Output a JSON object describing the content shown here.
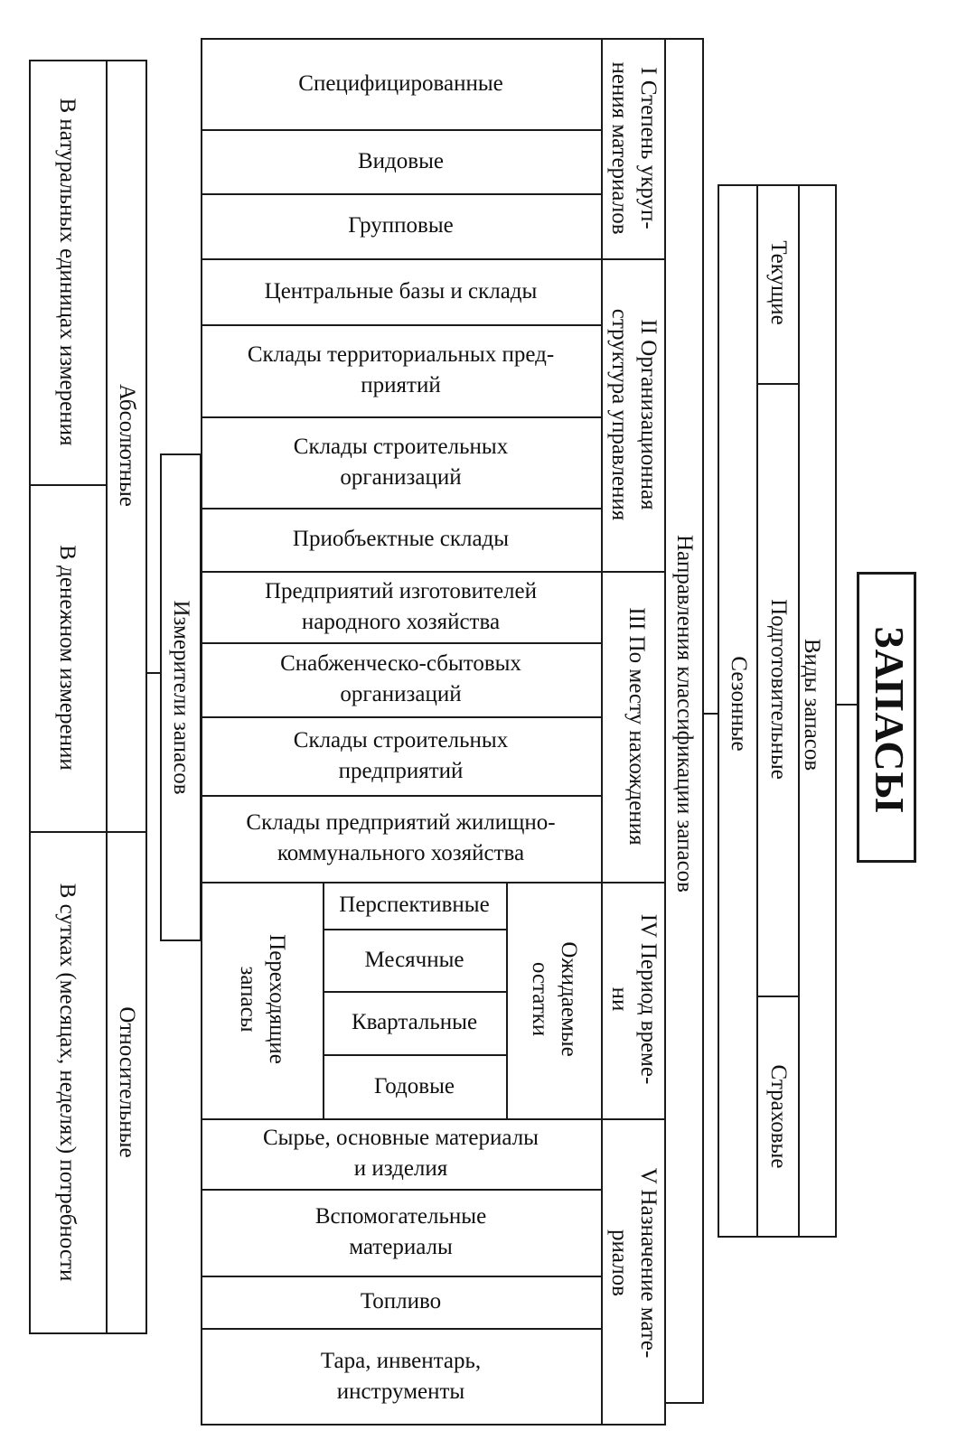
{
  "root": {
    "title": "ЗАПАСЫ"
  },
  "types": {
    "label": "Виды запасов",
    "items": [
      "Текущие",
      "Подготовительные",
      "Сезонные",
      "Страховые"
    ]
  },
  "directions": {
    "label": "Направления классификации запасов"
  },
  "sections": {
    "s1": {
      "label": "I Степень укруп-\nнения материалов",
      "items": [
        "Специфицированные",
        "Видовые",
        "Групповые"
      ]
    },
    "s2": {
      "label": "II Организационная\nструктура управления",
      "items": [
        "Центральные базы и склады",
        "Склады территориальных пред-\nприятий",
        "Склады строительных\nорганизаций",
        "Приобъектные склады"
      ]
    },
    "s3": {
      "label": "III По месту нахождения",
      "items": [
        "Предприятий изготовителей\nнародного хозяйства",
        "Снабженческо-сбытовых\nорганизаций",
        "Склады строительных\nпредприятий",
        "Склады предприятий жилищно-\nкоммунального хозяйства"
      ]
    },
    "s4": {
      "label": "IV Период време-\nни",
      "left": "Переходящие\nзапасы",
      "right": "Ожидаемые\nостатки",
      "items": [
        "Перспективные",
        "Месячные",
        "Квартальные",
        "Годовые"
      ]
    },
    "s5": {
      "label": "V Назначение мате-\nриалов",
      "items": [
        "Сырье, основные материалы\nи изделия",
        "Вспомогательные\nматериалы",
        "Топливо",
        "Тара, инвентарь,\nинструменты"
      ]
    }
  },
  "meters": {
    "label": "Измерители запасов",
    "absolute": {
      "label": "Абсолютные",
      "items": [
        "В натуральных единицах измерения",
        "В денежном измерении"
      ]
    },
    "relative": {
      "label": "Относительные",
      "items": [
        "В сутках (месяцах, неделях) потребности"
      ]
    }
  }
}
